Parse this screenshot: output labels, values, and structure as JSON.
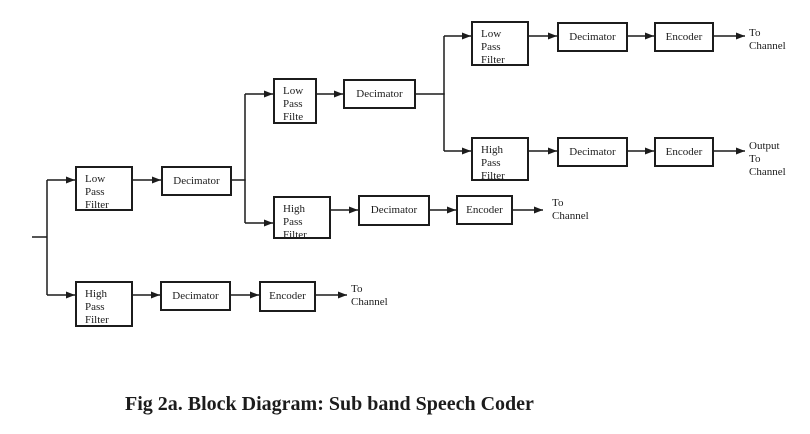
{
  "diagram": {
    "title": "Fig 2a. Block Diagram: Sub band Speech Coder",
    "colors": {
      "line": "#1c1c1c",
      "background": "#ffffff"
    },
    "nodes": {
      "lpf1": {
        "line1": "Low",
        "line2": "Pass",
        "line3": "Filter"
      },
      "dec1": {
        "label": "Decimator"
      },
      "hpf1": {
        "line1": "High",
        "line2": "Pass",
        "line3": "Filter"
      },
      "dec2": {
        "label": "Decimator"
      },
      "enc1": {
        "label": "Encoder"
      },
      "lpf2": {
        "line1": "Low",
        "line2": "Pass",
        "line3": "Filte"
      },
      "dec3": {
        "label": "Decimator"
      },
      "hpf2": {
        "line1": "High",
        "line2": "Pass",
        "line3": "Filter"
      },
      "dec4": {
        "label": "Decimator"
      },
      "enc2": {
        "label": "Encoder"
      },
      "lpf3": {
        "line1": "Low",
        "line2": "Pass",
        "line3": "Filter"
      },
      "dec5": {
        "label": "Decimator"
      },
      "enc3": {
        "label": "Encoder"
      },
      "hpf3": {
        "line1": "High",
        "line2": "Pass",
        "line3": "Filter"
      },
      "dec6": {
        "label": "Decimator"
      },
      "enc4": {
        "label": "Encoder"
      }
    },
    "outputs": {
      "top": {
        "line1": "To",
        "line2": "Channel"
      },
      "right": {
        "line1": "Output",
        "line2": "To",
        "line3": "Channel"
      },
      "middle": {
        "line1": "To",
        "line2": "Channel"
      },
      "bottom": {
        "line1": "To",
        "line2": "Channel"
      }
    },
    "edges": [
      {
        "from": "input",
        "to": "lpf1"
      },
      {
        "from": "input",
        "to": "hpf1"
      },
      {
        "from": "lpf1",
        "to": "dec1"
      },
      {
        "from": "dec1",
        "to": "lpf2"
      },
      {
        "from": "dec1",
        "to": "hpf2"
      },
      {
        "from": "lpf2",
        "to": "dec3"
      },
      {
        "from": "dec3",
        "to": "lpf3"
      },
      {
        "from": "dec3",
        "to": "hpf3"
      },
      {
        "from": "lpf3",
        "to": "dec5"
      },
      {
        "from": "dec5",
        "to": "enc3"
      },
      {
        "from": "enc3",
        "to": "output-top"
      },
      {
        "from": "hpf3",
        "to": "dec6"
      },
      {
        "from": "dec6",
        "to": "enc4"
      },
      {
        "from": "enc4",
        "to": "output-right"
      },
      {
        "from": "hpf2",
        "to": "dec4"
      },
      {
        "from": "dec4",
        "to": "enc2"
      },
      {
        "from": "enc2",
        "to": "output-middle"
      },
      {
        "from": "hpf1",
        "to": "dec2"
      },
      {
        "from": "dec2",
        "to": "enc1"
      },
      {
        "from": "enc1",
        "to": "output-bottom"
      }
    ]
  }
}
